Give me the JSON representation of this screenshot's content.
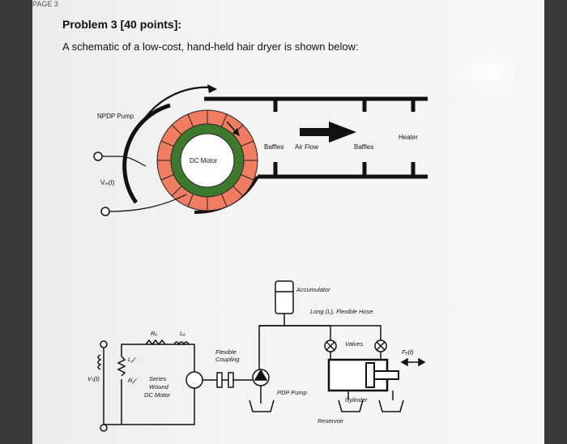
{
  "header_fragment": "PAGE 3",
  "problem_title": "Problem 3 [40 points]:",
  "problem_text": "A schematic of a low-cost, hand-held hair dryer is shown below:",
  "figure1": {
    "npdp_pump": "NPDP Pump",
    "dc_motor": "DC Motor",
    "vin": "Vᵢₙ(t)",
    "baffles_left": "Baffles",
    "air_flow": "Air Flow",
    "baffles_right": "Baffles",
    "heater": "Heater"
  },
  "figure2": {
    "accumulator": "Accumulator",
    "hose": "Long (L), Flexible Hose",
    "valves": "Valves",
    "force": "Fₑ(t)",
    "flexible_coupling_1": "Flexible",
    "flexible_coupling_2": "Coupling",
    "pdp_pump": "PDP Pump",
    "cylinder": "Cylinder",
    "reservoir": "Reservoir",
    "motor_1": "Series",
    "motor_2": "Wound",
    "motor_3": "DC Motor",
    "ra": "Rₐ",
    "la": "Lₐ",
    "lf": "L𝒻",
    "rf": "R𝒻",
    "vs": "Vₛ(t)"
  },
  "colors": {
    "rotor_ring": "#3d7a2e",
    "stator_ring": "#f07d62",
    "ink": "#111111"
  }
}
